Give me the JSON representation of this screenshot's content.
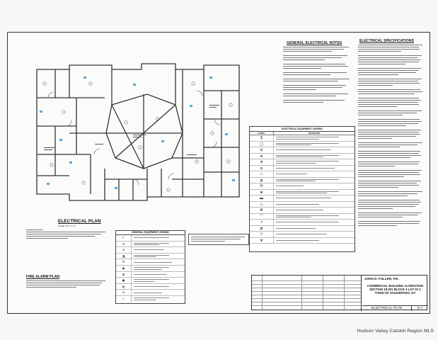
{
  "plan": {
    "title": "ELECTRICAL PLAN",
    "scale": "SCALE: 1/8\" = 1'-0\""
  },
  "notes": {
    "general_heading": "GENERAL ELECTRICAL NOTES",
    "specs_heading": "ELECTRICAL SPECIFICATIONS"
  },
  "elec_legend": {
    "title": "ELECTRICAL EQUIPMENT LEGEND",
    "col_symbol": "SYMBOL",
    "col_description": "DESCRIPTION"
  },
  "equip_legend": {
    "title": "GENERAL EQUIPMENT LEGEND"
  },
  "fire_alarm": {
    "heading": "FIRE ALARM PLAN"
  },
  "title_block": {
    "firm": "JOHN D. FULLER, P.E.",
    "project_line1": "COMMERCIAL BUILDING ALTERATION",
    "project_line2": "SECTION 18.001 BLOCK 3 LOT 67.2",
    "project_line3": "TOWN OF SAUGERTIES, NY",
    "sheet_title": "ELECTRICAL PLAN",
    "sheet_number": "S-7"
  },
  "watermark": "Hudson Valley Catskill Region MLS",
  "colors": {
    "line": "#333333",
    "accent_blue": "#5aa7d6",
    "paper": "#fbfbfa"
  }
}
